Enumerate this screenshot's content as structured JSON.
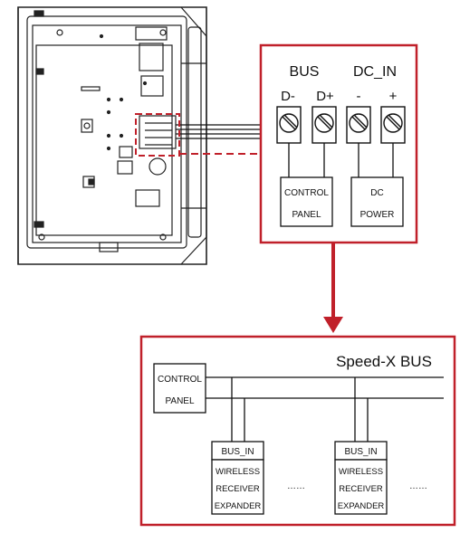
{
  "terminal_box": {
    "bus_label": "BUS",
    "dcin_label": "DC_IN",
    "terminals": [
      "D-",
      "D+",
      "-",
      "+"
    ],
    "control_panel": [
      "CONTROL",
      "PANEL"
    ],
    "dc_power": [
      "DC",
      "POWER"
    ]
  },
  "bus_diagram": {
    "title": "Speed-X BUS",
    "control_panel": [
      "CONTROL",
      "PANEL"
    ],
    "modules": [
      {
        "header": "BUS_IN",
        "lines": [
          "WIRELESS",
          "RECEIVER",
          "EXPANDER"
        ]
      },
      {
        "header": "BUS_IN",
        "lines": [
          "WIRELESS",
          "RECEIVER",
          "EXPANDER"
        ]
      }
    ],
    "ellipsis": [
      "……",
      "……"
    ]
  },
  "colors": {
    "accent_red": "#c0202a",
    "line": "#111111"
  }
}
